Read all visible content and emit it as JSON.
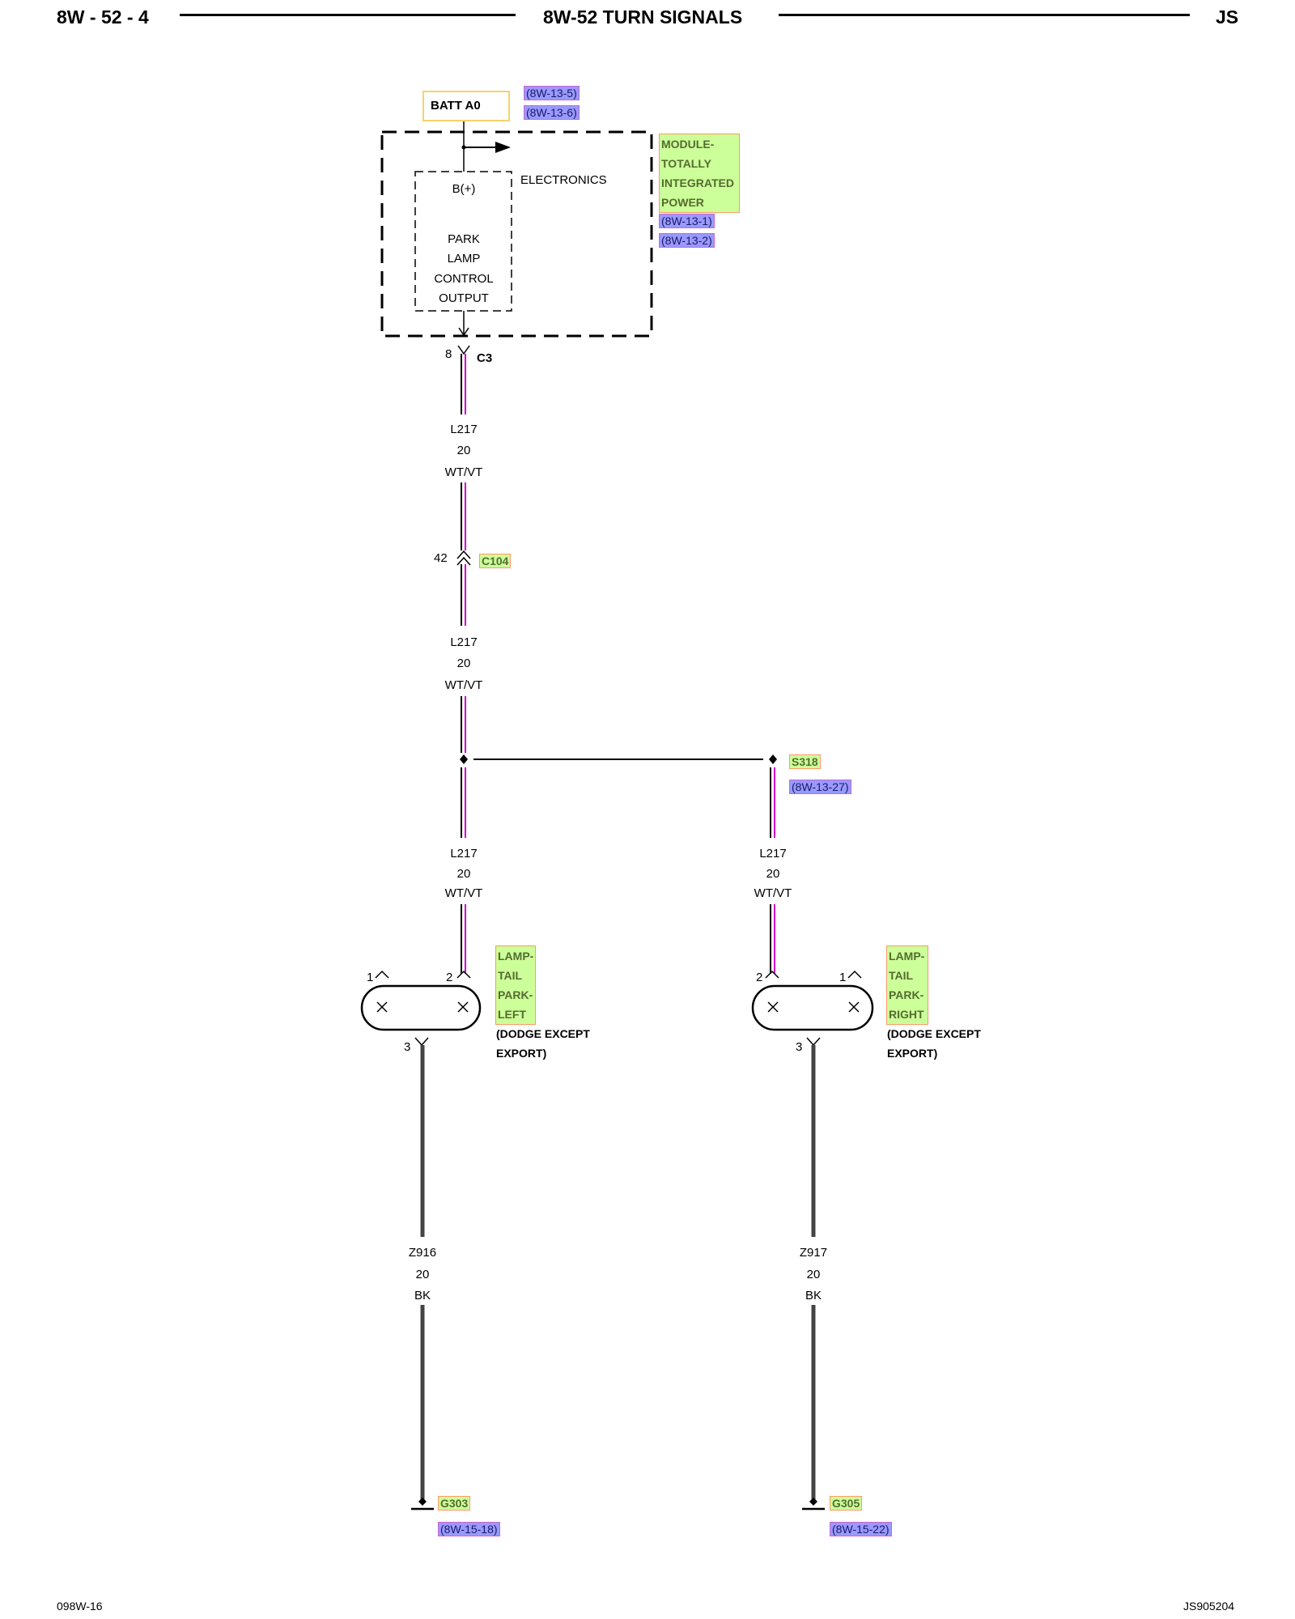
{
  "header": {
    "page_number": "8W - 52 - 4",
    "title": "8W-52 TURN SIGNALS",
    "model": "JS"
  },
  "footer": {
    "left_code": "098W-16",
    "right_code": "JS905204"
  },
  "batt": {
    "label": "BATT A0",
    "refs": [
      "(8W-13-5)",
      "(8W-13-6)"
    ]
  },
  "module": {
    "name_lines": [
      "MODULE-",
      "TOTALLY",
      "INTEGRATED",
      "POWER"
    ],
    "refs": [
      "(8W-13-1)",
      "(8W-13-2)"
    ],
    "electronics_label": "ELECTRONICS",
    "bplus_label": "B(+)",
    "output_lines": [
      "PARK",
      "LAMP",
      "CONTROL",
      "OUTPUT"
    ],
    "pin": "8",
    "connector": "C3"
  },
  "wires": {
    "w1": {
      "circuit": "L217",
      "gauge": "20",
      "color": "WT/VT"
    },
    "w2": {
      "circuit": "L217",
      "gauge": "20",
      "color": "WT/VT"
    },
    "w3": {
      "circuit": "L217",
      "gauge": "20",
      "color": "WT/VT"
    },
    "w4": {
      "circuit": "L217",
      "gauge": "20",
      "color": "WT/VT"
    },
    "wl": {
      "circuit": "Z916",
      "gauge": "20",
      "color": "BK"
    },
    "wr": {
      "circuit": "Z917",
      "gauge": "20",
      "color": "BK"
    }
  },
  "inline_connector": {
    "pin": "42",
    "name": "C104"
  },
  "splice": {
    "name": "S318",
    "ref": "(8W-13-27)"
  },
  "lamp_left": {
    "name_lines": [
      "LAMP-",
      "TAIL",
      "PARK-",
      "LEFT"
    ],
    "note_lines": [
      "(DODGE EXCEPT",
      "EXPORT)"
    ],
    "pin_top_left": "1",
    "pin_top_right": "2",
    "pin_bottom": "3"
  },
  "lamp_right": {
    "name_lines": [
      "LAMP-",
      "TAIL",
      "PARK-",
      "RIGHT"
    ],
    "note_lines": [
      "(DODGE EXCEPT",
      "EXPORT)"
    ],
    "pin_top_left": "2",
    "pin_top_right": "1",
    "pin_bottom": "3"
  },
  "ground_left": {
    "name": "G303",
    "ref": "(8W-15-18)"
  },
  "ground_right": {
    "name": "G305",
    "ref": "(8W-15-22)"
  },
  "colors": {
    "wire_violet": "#cc00cc",
    "wire_black": "#444444",
    "ref_highlight": "#9999ff",
    "component_highlight": "#ccff99",
    "batt_box": "#f5d36b"
  }
}
